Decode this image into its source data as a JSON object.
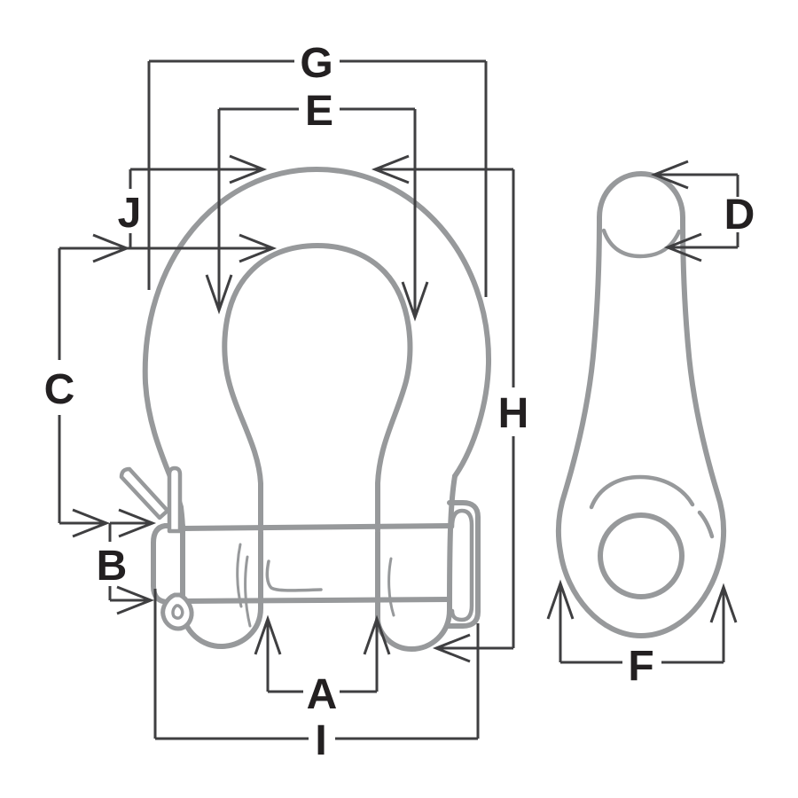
{
  "labels": {
    "a": "A",
    "b": "B",
    "c": "C",
    "d": "D",
    "e": "E",
    "f": "F",
    "g": "G",
    "h": "H",
    "i": "I",
    "j": "J"
  },
  "colors": {
    "outline": "#97999b",
    "dimension": "#3f3f41",
    "label": "#232021",
    "background": "#ffffff"
  }
}
